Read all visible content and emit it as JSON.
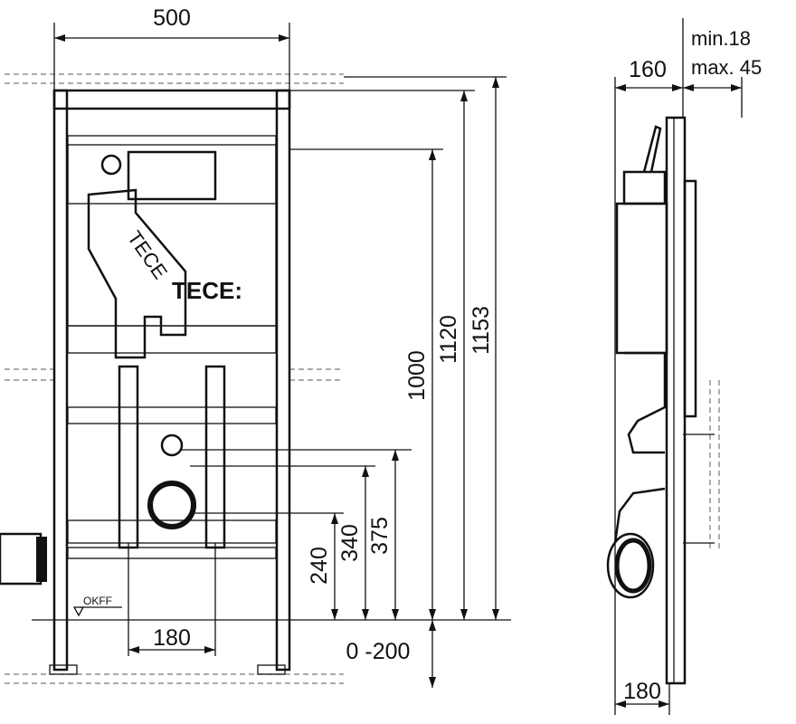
{
  "front_view": {
    "width_dim": "500",
    "height_dims": [
      "1000",
      "1120",
      "1153"
    ],
    "outlet_dims": [
      "375",
      "340",
      "240"
    ],
    "floor_adjust_dim": "0 -200",
    "bottom_spacing_dim": "180",
    "floor_label": "OKFF",
    "brand_label": "TECE:",
    "brand_pipe_label": "TECE"
  },
  "side_view": {
    "depth_dim": "160",
    "wall_min": "min.18",
    "wall_max": "max. 45",
    "bottom_dim": "180"
  }
}
